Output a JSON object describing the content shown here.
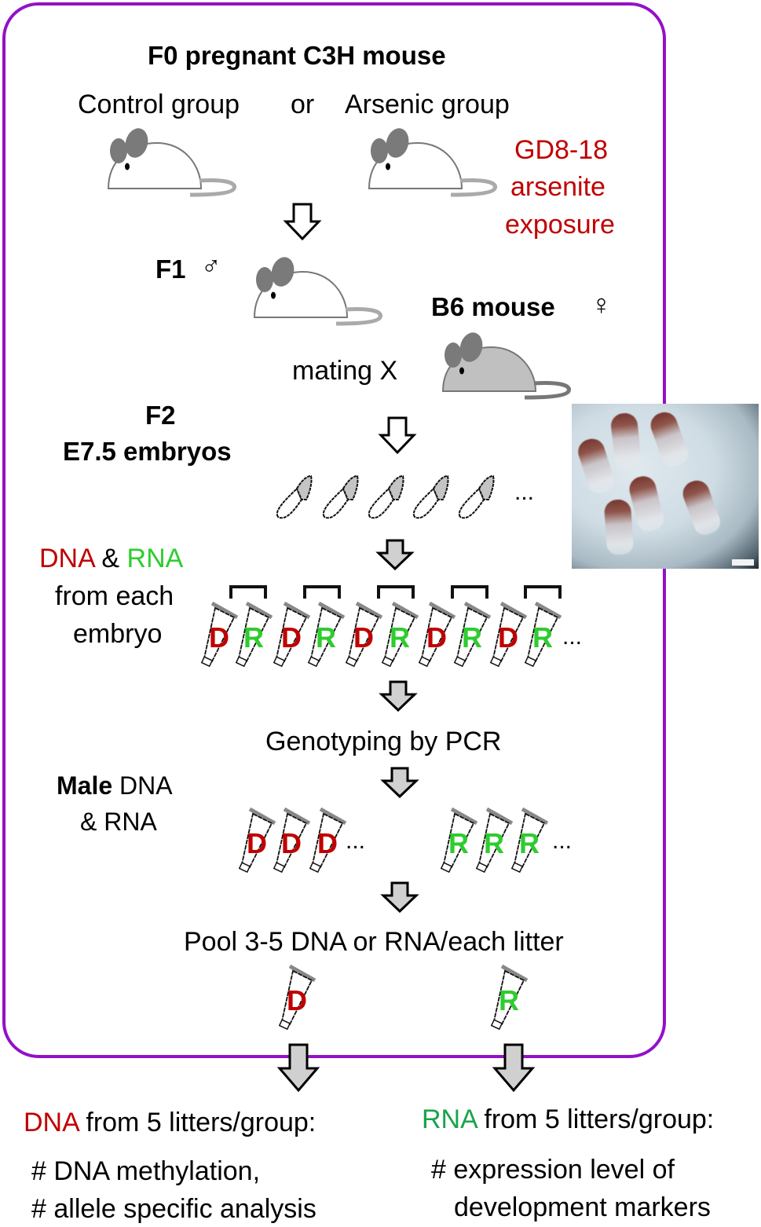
{
  "diagram": {
    "frame_color": "#9410c8",
    "title": "F0 pregnant C3H mouse",
    "groups": {
      "control": "Control group",
      "or": "or",
      "arsenic": "Arsenic group"
    },
    "exposure": [
      "GD8-18",
      "arsenite",
      "exposure"
    ],
    "f1": {
      "label": "F1",
      "sex_symbol": "♂"
    },
    "b6": {
      "label": "B6 mouse",
      "sex_symbol": "♀"
    },
    "mating": "mating X",
    "f2": {
      "line1": "F2",
      "line2": "E7.5 embryos"
    },
    "ellipsis": "...",
    "extraction": {
      "dna": "DNA",
      "amp": "&",
      "rna": "RNA",
      "line2": "from each",
      "line3": "embryo"
    },
    "tube_letters": {
      "dna": "D",
      "rna": "R"
    },
    "genotyping": "Genotyping by PCR",
    "male": {
      "bold": "Male",
      "rest": " DNA",
      "line2": "& RNA"
    },
    "pool": "Pool 3-5 DNA or RNA/each litter",
    "outcomes": {
      "dna": {
        "highlight": "DNA",
        "rest": " from 5 litters/group:",
        "items": [
          "# DNA methylation,",
          "# allele specific analysis"
        ]
      },
      "rna": {
        "highlight": "RNA",
        "rest": " from 5 litters/group:",
        "items": [
          "# expression level of",
          "development markers"
        ]
      }
    },
    "colors": {
      "dna_red": "#c00000",
      "rna_green": "#2ecc2e",
      "rna_text_green": "#1aa34a",
      "arrow_fill": "#d0d0d0"
    }
  }
}
